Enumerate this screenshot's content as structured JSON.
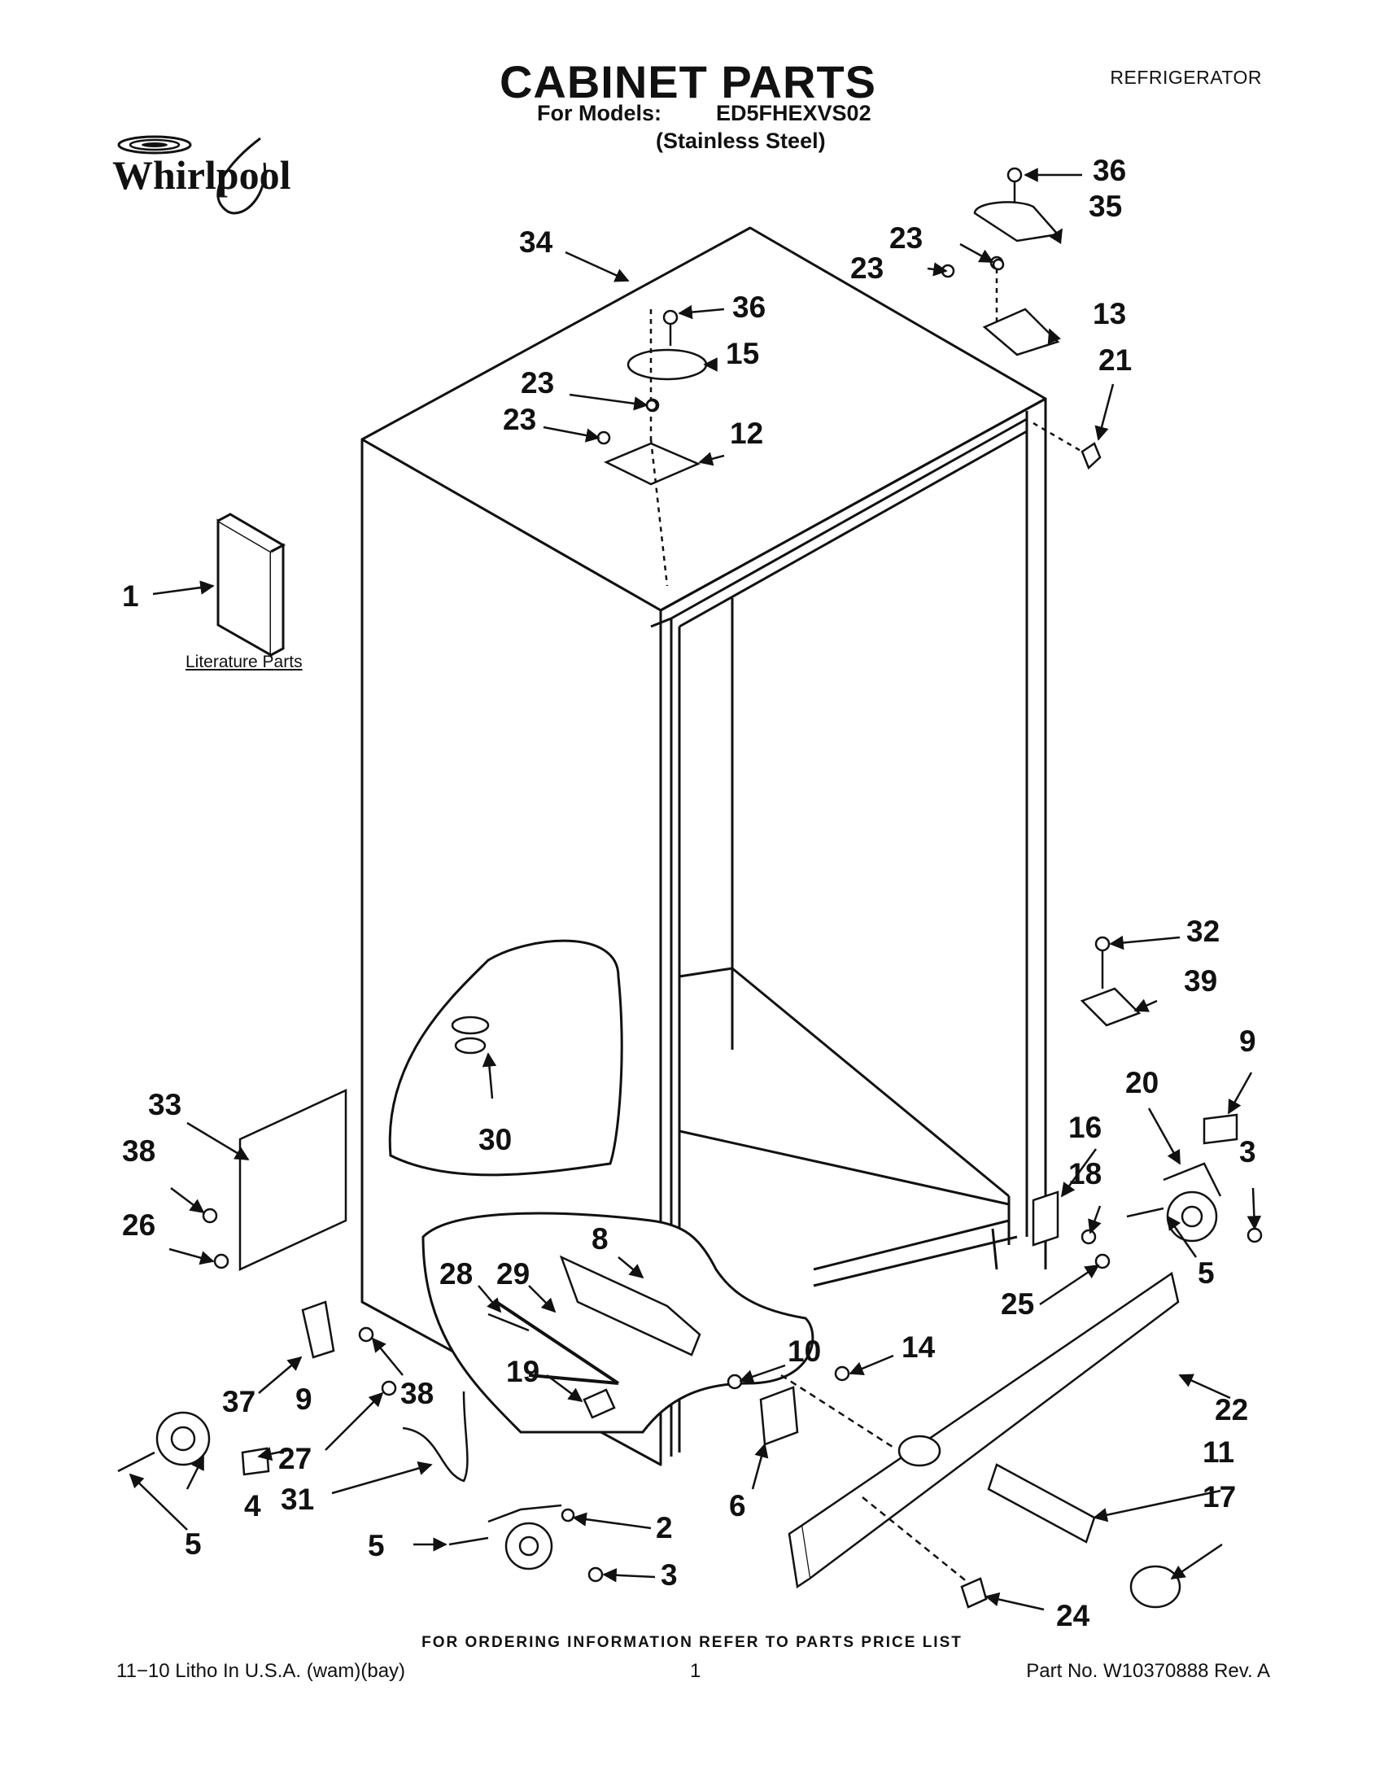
{
  "header": {
    "title": "CABINET PARTS",
    "category": "REFRIGERATOR",
    "models_label": "For Models:",
    "models_value": "ED5FHEXVS02",
    "finish": "(Stainless Steel)",
    "brand": "Whirlpool"
  },
  "literature_label": "Literature Parts",
  "callouts": {
    "c1": "1",
    "c2": "2",
    "c3a": "3",
    "c3b": "3",
    "c4": "4",
    "c5a": "5",
    "c5b": "5",
    "c5c": "5",
    "c6": "6",
    "c8": "8",
    "c9a": "9",
    "c9b": "9",
    "c10": "10",
    "c11": "11",
    "c12": "12",
    "c13": "13",
    "c14": "14",
    "c15": "15",
    "c16": "16",
    "c17": "17",
    "c18": "18",
    "c19": "19",
    "c20": "20",
    "c21": "21",
    "c22": "22",
    "c23a": "23",
    "c23b": "23",
    "c23c": "23",
    "c23d": "23",
    "c24": "24",
    "c25": "25",
    "c26": "26",
    "c27": "27",
    "c28": "28",
    "c29": "29",
    "c30": "30",
    "c31": "31",
    "c32": "32",
    "c33": "33",
    "c34": "34",
    "c35": "35",
    "c36a": "36",
    "c36b": "36",
    "c37": "37",
    "c38a": "38",
    "c38b": "38",
    "c39": "39"
  },
  "footer": {
    "order_note": "FOR ORDERING INFORMATION REFER TO PARTS PRICE LIST",
    "litho": "11−10 Litho In U.S.A. (wam)(bay)",
    "page": "1",
    "part_no": "Part No. W10370888 Rev. A"
  }
}
